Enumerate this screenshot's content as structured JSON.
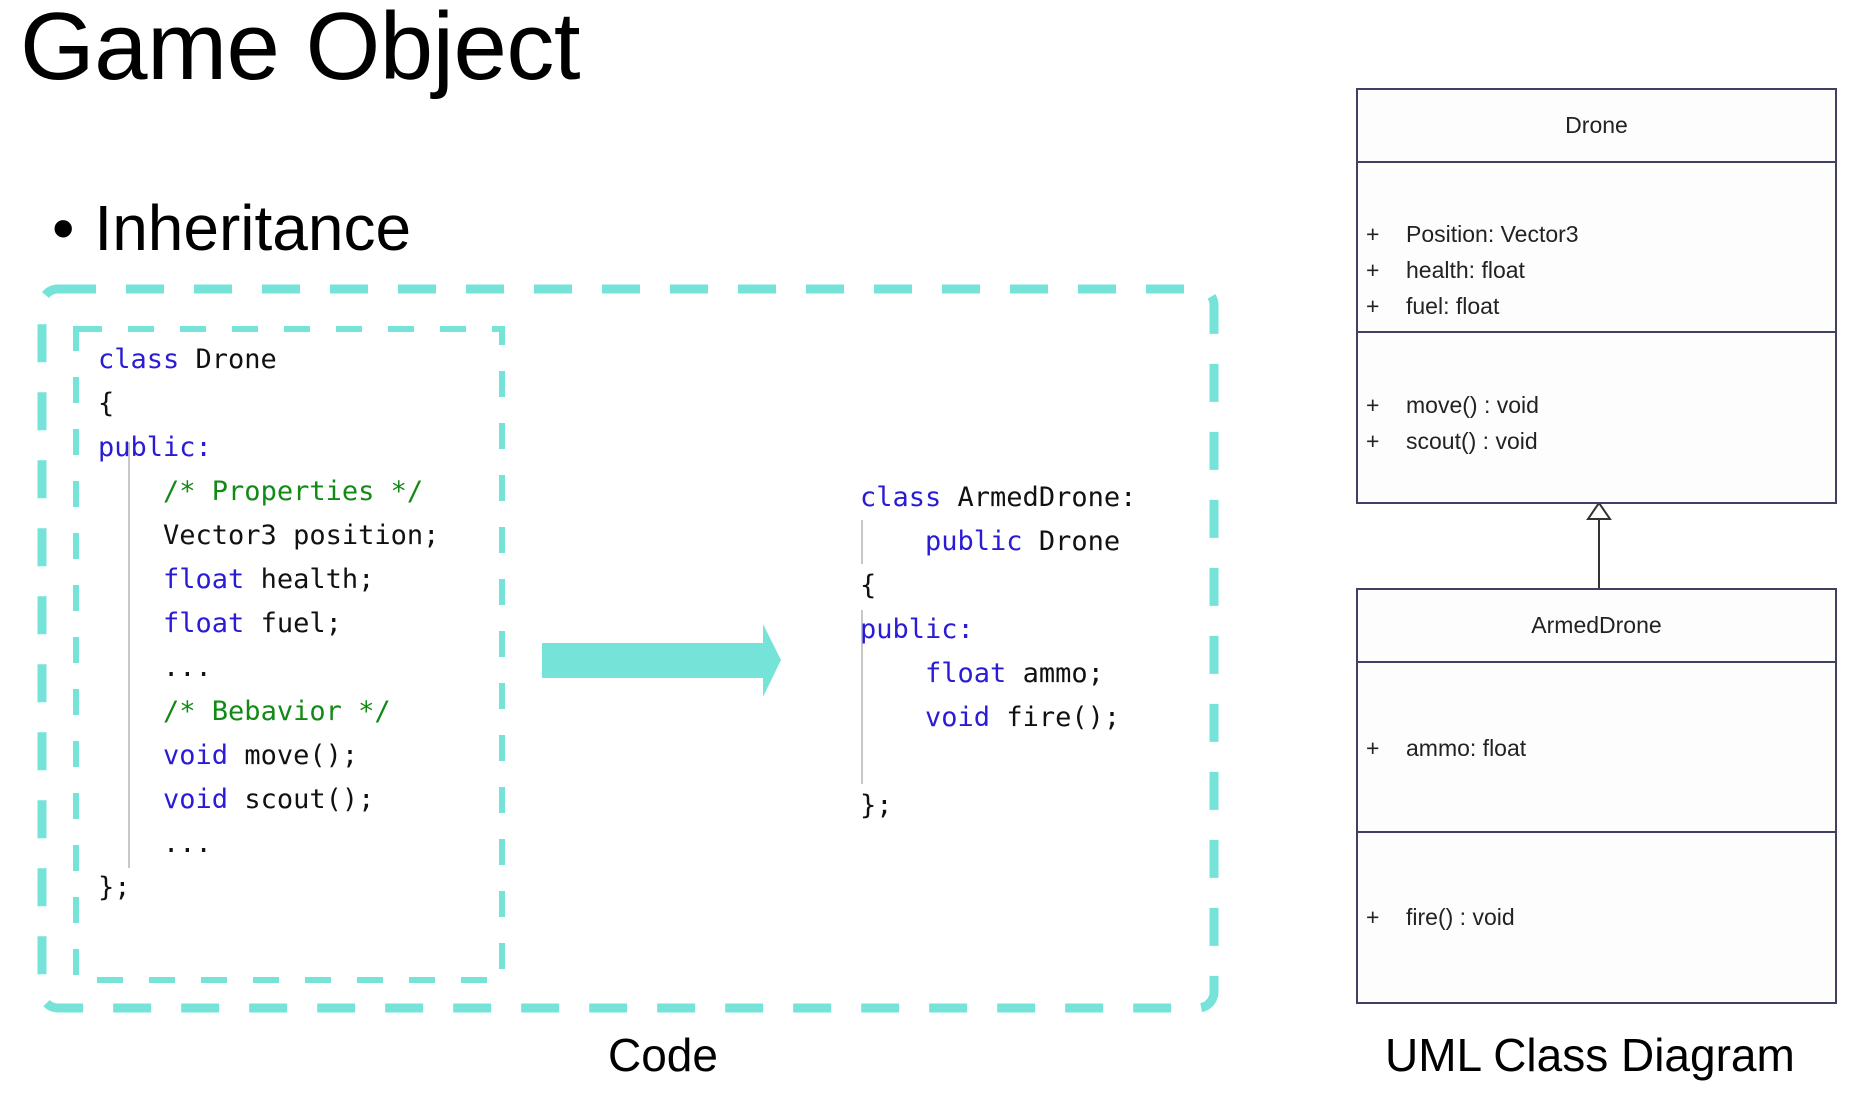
{
  "slide": {
    "title": "Game Object",
    "bullet_symbol": "•",
    "bullet_text": "Inheritance",
    "accent_color": "#76e3d9",
    "captions": {
      "code": "Code",
      "uml": "UML Class Diagram"
    }
  },
  "code": {
    "drone_class": [
      [
        {
          "t": "class",
          "k": "kw"
        },
        {
          "t": " Drone",
          "k": ""
        }
      ],
      [
        {
          "t": "{",
          "k": ""
        }
      ],
      [
        {
          "t": "public:",
          "k": "kw"
        }
      ],
      [
        {
          "t": "    ",
          "k": ""
        },
        {
          "t": "/* Properties */",
          "k": "cm"
        }
      ],
      [
        {
          "t": "    Vector3 position;",
          "k": ""
        }
      ],
      [
        {
          "t": "    ",
          "k": ""
        },
        {
          "t": "float",
          "k": "kw"
        },
        {
          "t": " health;",
          "k": ""
        }
      ],
      [
        {
          "t": "    ",
          "k": ""
        },
        {
          "t": "float",
          "k": "kw"
        },
        {
          "t": " fuel;",
          "k": ""
        }
      ],
      [
        {
          "t": "    ...",
          "k": ""
        }
      ],
      [
        {
          "t": "    ",
          "k": ""
        },
        {
          "t": "/* Bebavior */",
          "k": "cm"
        }
      ],
      [
        {
          "t": "    ",
          "k": ""
        },
        {
          "t": "void",
          "k": "kw"
        },
        {
          "t": " move();",
          "k": ""
        }
      ],
      [
        {
          "t": "    ",
          "k": ""
        },
        {
          "t": "void",
          "k": "kw"
        },
        {
          "t": " scout();",
          "k": ""
        }
      ],
      [
        {
          "t": "    ...",
          "k": ""
        }
      ],
      [
        {
          "t": "};",
          "k": ""
        }
      ]
    ],
    "armed_drone_class": [
      [
        {
          "t": "class",
          "k": "kw"
        },
        {
          "t": " ArmedDrone:",
          "k": ""
        }
      ],
      [
        {
          "t": "    ",
          "k": ""
        },
        {
          "t": "public",
          "k": "kw"
        },
        {
          "t": " Drone",
          "k": ""
        }
      ],
      [
        {
          "t": "{",
          "k": ""
        }
      ],
      [
        {
          "t": "public:",
          "k": "kw"
        }
      ],
      [
        {
          "t": "    ",
          "k": ""
        },
        {
          "t": "float",
          "k": "kw"
        },
        {
          "t": " ammo;",
          "k": ""
        }
      ],
      [
        {
          "t": "    ",
          "k": ""
        },
        {
          "t": "void",
          "k": "kw"
        },
        {
          "t": " fire();",
          "k": ""
        }
      ],
      [
        {
          "t": "",
          "k": ""
        }
      ],
      [
        {
          "t": "};",
          "k": ""
        }
      ]
    ]
  },
  "uml": {
    "drone": {
      "name": "Drone",
      "attributes": [
        {
          "vis": "+",
          "text": "Position: Vector3"
        },
        {
          "vis": "+",
          "text": "health: float"
        },
        {
          "vis": "+",
          "text": "fuel: float"
        }
      ],
      "methods": [
        {
          "vis": "+",
          "text": "move() : void"
        },
        {
          "vis": "+",
          "text": "scout() : void"
        }
      ]
    },
    "armed_drone": {
      "name": "ArmedDrone",
      "attributes": [
        {
          "vis": "+",
          "text": "ammo: float"
        }
      ],
      "methods": [
        {
          "vis": "+",
          "text": "fire() : void"
        }
      ]
    },
    "relationship": "generalization"
  }
}
